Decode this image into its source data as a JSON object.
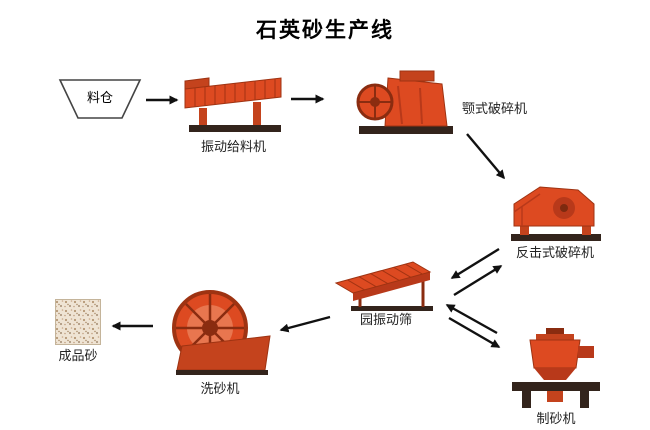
{
  "title": "石英砂生产线",
  "colors": {
    "machine_primary": "#dd4a21",
    "machine_mid": "#c4431d",
    "machine_dark": "#b8391a",
    "machine_shadow": "#8a2c10",
    "base_dark": "#33241c",
    "arrow": "#111111",
    "text": "#222222",
    "sand_bg": "#efe4d4"
  },
  "nodes": {
    "silo": {
      "label": "料仓"
    },
    "vibrating_feeder": {
      "label": "振动给料机"
    },
    "jaw_crusher": {
      "label": "颚式破碎机"
    },
    "impact_crusher": {
      "label": "反击式破碎机"
    },
    "vibrating_screen": {
      "label": "园振动筛"
    },
    "sand_washer": {
      "label": "洗砂机"
    },
    "sand_maker": {
      "label": "制砂机"
    },
    "finished_sand": {
      "label": "成品砂"
    }
  }
}
